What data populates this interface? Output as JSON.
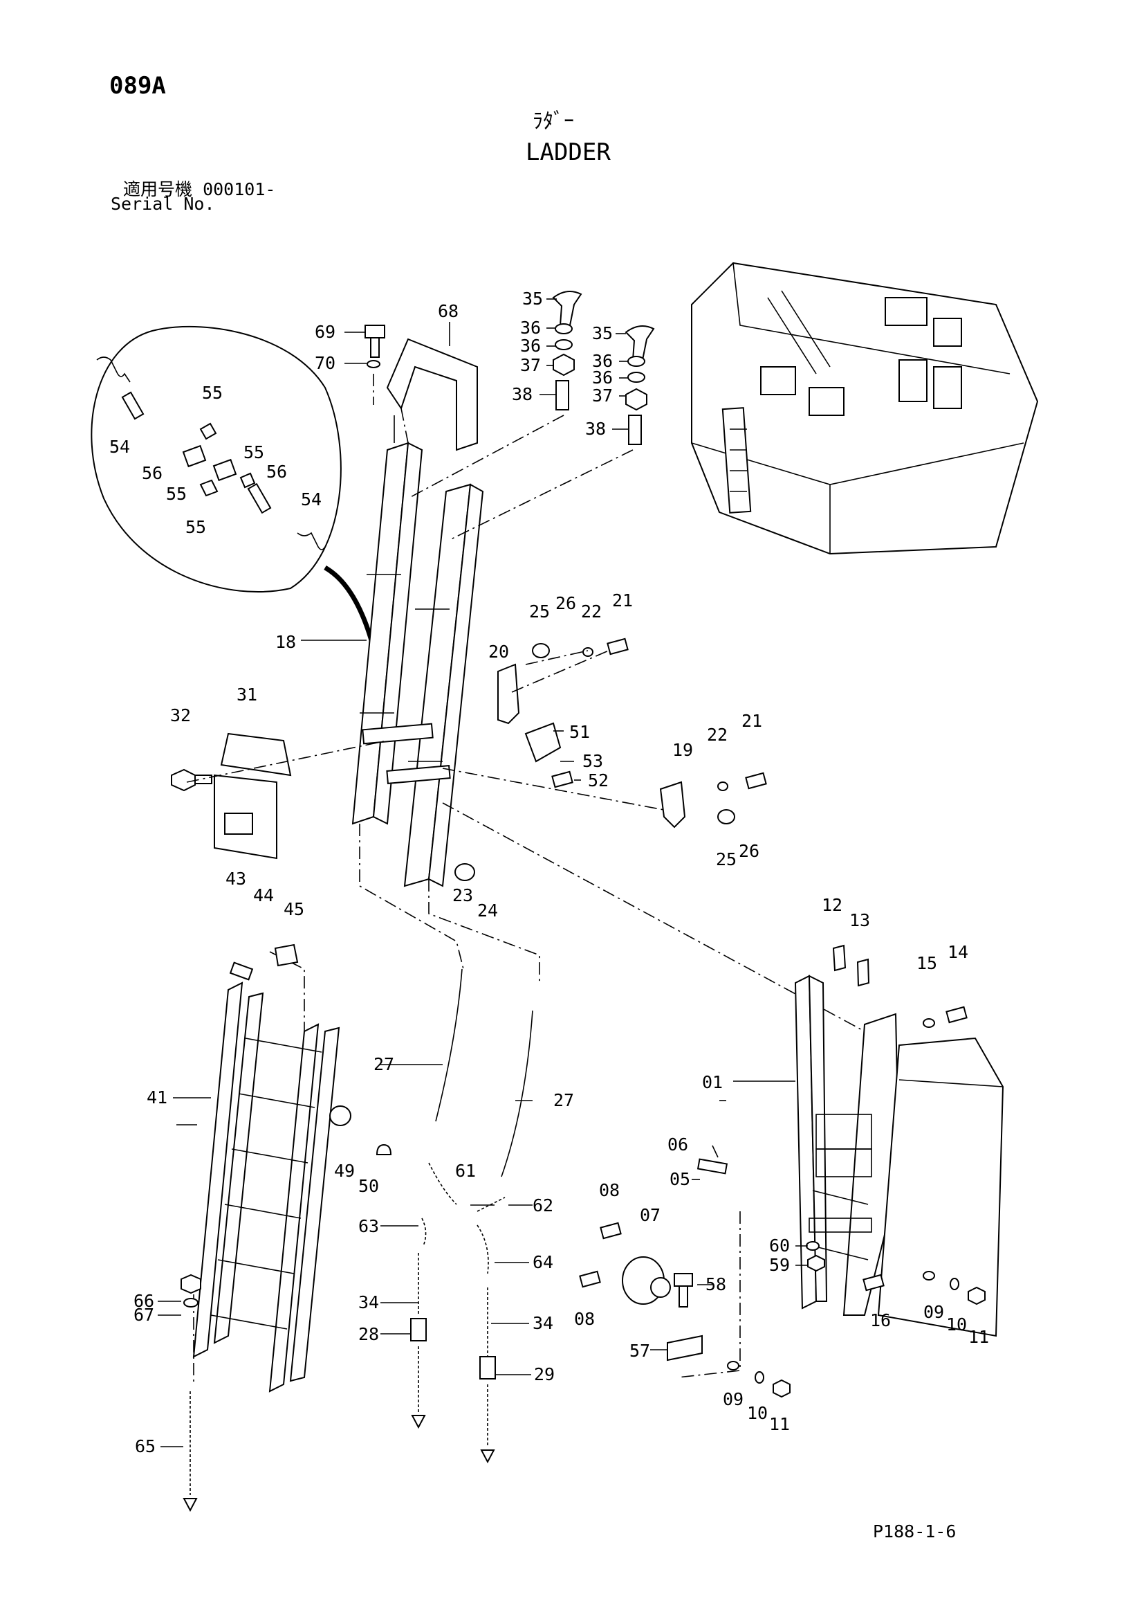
{
  "header": {
    "page_code": "089A",
    "title_jp": "ﾗﾀﾞｰ",
    "title_en": "LADDER",
    "serial_label_jp": "適用号機",
    "serial_value": "000101-",
    "serial_label_en": "Serial No."
  },
  "footer": {
    "page_ref": "P188-1-6"
  },
  "callouts": [
    {
      "id": "c69",
      "label": "69"
    },
    {
      "id": "c70",
      "label": "70"
    },
    {
      "id": "c68",
      "label": "68"
    },
    {
      "id": "c35a",
      "label": "35"
    },
    {
      "id": "c36a",
      "label": "36"
    },
    {
      "id": "c36b",
      "label": "36"
    },
    {
      "id": "c37a",
      "label": "37"
    },
    {
      "id": "c38a",
      "label": "38"
    },
    {
      "id": "c35b",
      "label": "35"
    },
    {
      "id": "c36c",
      "label": "36"
    },
    {
      "id": "c36d",
      "label": "36"
    },
    {
      "id": "c37b",
      "label": "37"
    },
    {
      "id": "c38b",
      "label": "38"
    },
    {
      "id": "c55a",
      "label": "55"
    },
    {
      "id": "c55b",
      "label": "55"
    },
    {
      "id": "c55c",
      "label": "55"
    },
    {
      "id": "c55d",
      "label": "55"
    },
    {
      "id": "c54a",
      "label": "54"
    },
    {
      "id": "c56a",
      "label": "56"
    },
    {
      "id": "c56b",
      "label": "56"
    },
    {
      "id": "c54b",
      "label": "54"
    },
    {
      "id": "c18",
      "label": "18"
    },
    {
      "id": "c25a",
      "label": "25"
    },
    {
      "id": "c26a",
      "label": "26"
    },
    {
      "id": "c22a",
      "label": "22"
    },
    {
      "id": "c21a",
      "label": "21"
    },
    {
      "id": "c20",
      "label": "20"
    },
    {
      "id": "c51",
      "label": "51"
    },
    {
      "id": "c53",
      "label": "53"
    },
    {
      "id": "c52",
      "label": "52"
    },
    {
      "id": "c19",
      "label": "19"
    },
    {
      "id": "c22b",
      "label": "22"
    },
    {
      "id": "c21b",
      "label": "21"
    },
    {
      "id": "c25b",
      "label": "25"
    },
    {
      "id": "c26b",
      "label": "26"
    },
    {
      "id": "c32",
      "label": "32"
    },
    {
      "id": "c31",
      "label": "31"
    },
    {
      "id": "c23",
      "label": "23"
    },
    {
      "id": "c24",
      "label": "24"
    },
    {
      "id": "c43",
      "label": "43"
    },
    {
      "id": "c44",
      "label": "44"
    },
    {
      "id": "c45",
      "label": "45"
    },
    {
      "id": "c12",
      "label": "12"
    },
    {
      "id": "c13",
      "label": "13"
    },
    {
      "id": "c15",
      "label": "15"
    },
    {
      "id": "c14",
      "label": "14"
    },
    {
      "id": "c27a",
      "label": "27"
    },
    {
      "id": "c27b",
      "label": "27"
    },
    {
      "id": "c01",
      "label": "01"
    },
    {
      "id": "c41",
      "label": "41"
    },
    {
      "id": "c49",
      "label": "49"
    },
    {
      "id": "c50",
      "label": "50"
    },
    {
      "id": "c61",
      "label": "61"
    },
    {
      "id": "c62",
      "label": "62"
    },
    {
      "id": "c63",
      "label": "63"
    },
    {
      "id": "c64",
      "label": "64"
    },
    {
      "id": "c06",
      "label": "06"
    },
    {
      "id": "c05",
      "label": "05"
    },
    {
      "id": "c08a",
      "label": "08"
    },
    {
      "id": "c07",
      "label": "07"
    },
    {
      "id": "c60",
      "label": "60"
    },
    {
      "id": "c59",
      "label": "59"
    },
    {
      "id": "c66",
      "label": "66"
    },
    {
      "id": "c67",
      "label": "67"
    },
    {
      "id": "c34a",
      "label": "34"
    },
    {
      "id": "c34b",
      "label": "34"
    },
    {
      "id": "c28",
      "label": "28"
    },
    {
      "id": "c29",
      "label": "29"
    },
    {
      "id": "c08b",
      "label": "08"
    },
    {
      "id": "c58",
      "label": "58"
    },
    {
      "id": "c16",
      "label": "16"
    },
    {
      "id": "c09a",
      "label": "09"
    },
    {
      "id": "c10a",
      "label": "10"
    },
    {
      "id": "c11a",
      "label": "11"
    },
    {
      "id": "c57",
      "label": "57"
    },
    {
      "id": "c09b",
      "label": "09"
    },
    {
      "id": "c10b",
      "label": "10"
    },
    {
      "id": "c11b",
      "label": "11"
    },
    {
      "id": "c65",
      "label": "65"
    }
  ]
}
